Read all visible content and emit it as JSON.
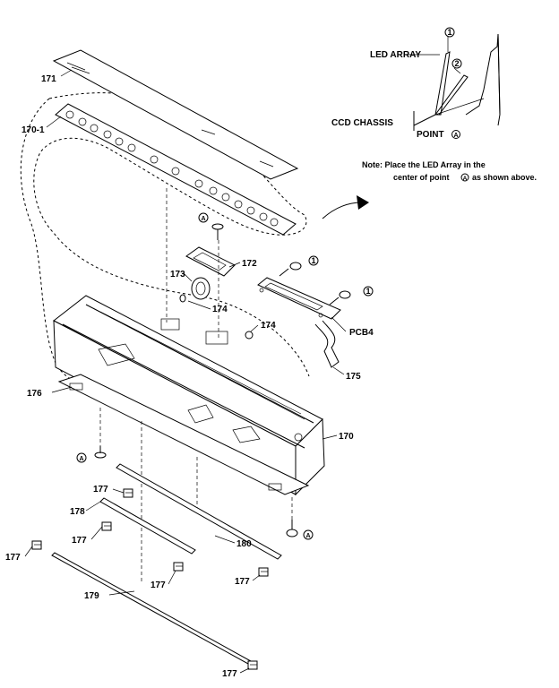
{
  "callouts": {
    "p171": "171",
    "p170_1": "170-1",
    "p172": "172",
    "p173": "173",
    "p174a": "174",
    "p174b": "174",
    "pcb4": "PCB4",
    "p175": "175",
    "p176": "176",
    "p170": "170",
    "p177a": "177",
    "p177b": "177",
    "p177c": "177",
    "p177d": "177",
    "p177e": "177",
    "p177f": "177",
    "p178": "178",
    "p179": "179",
    "p180": "180"
  },
  "markers": {
    "a_circle": "A",
    "one_circle": "1",
    "two_circle": "2"
  },
  "inset": {
    "led_array": "LED ARRAY",
    "ccd_chassis": "CCD CHASSIS",
    "point": "POINT"
  },
  "note": {
    "line1": "Note: Place the LED Array in the",
    "line2": "center of point",
    "line2_end": "as shown above."
  }
}
